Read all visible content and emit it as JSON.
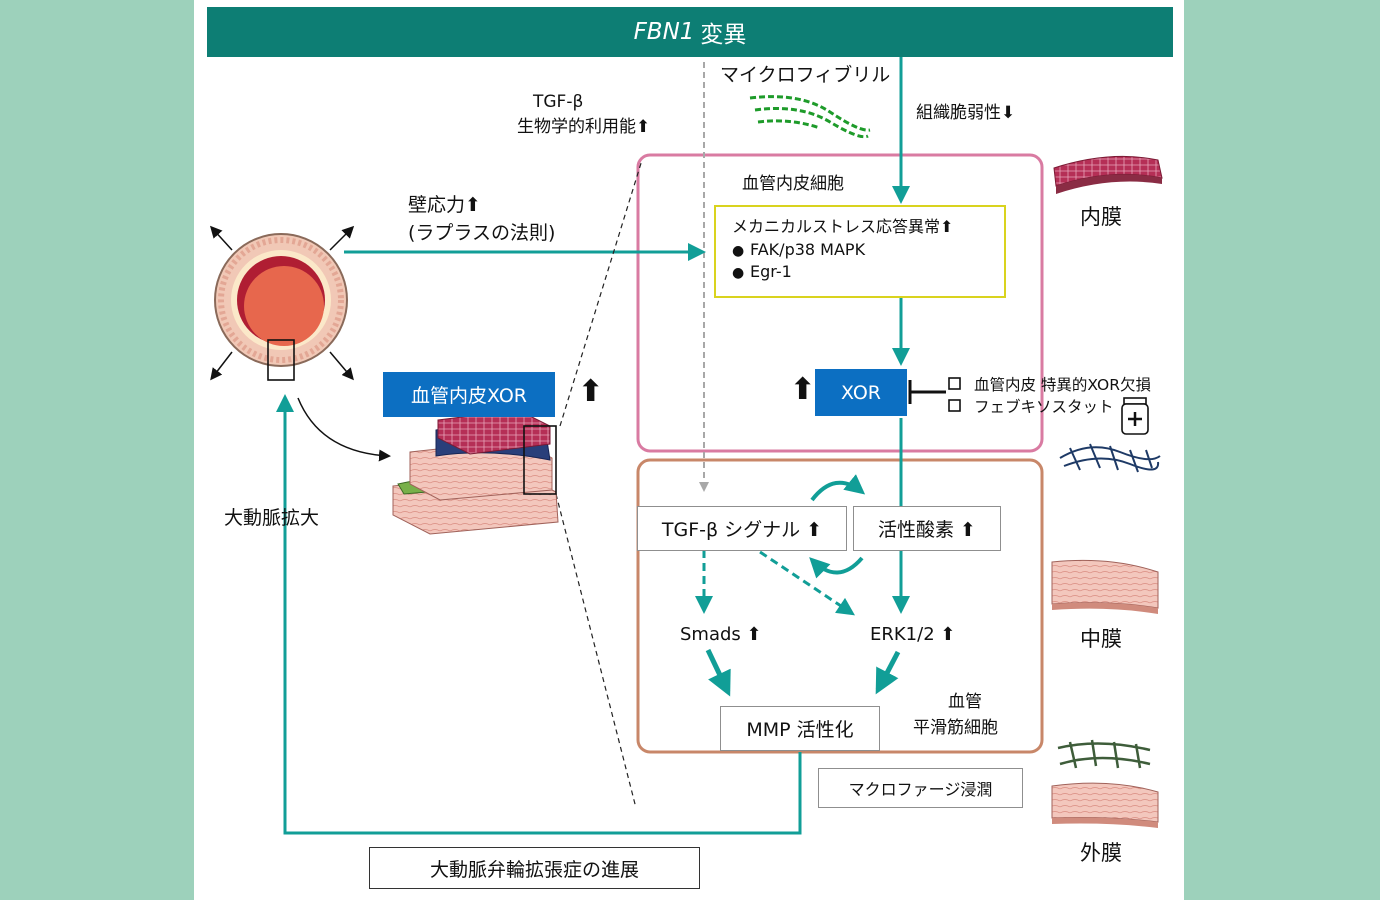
{
  "title": {
    "gene": "FBN1",
    "text": "変異"
  },
  "labels": {
    "microfibril": "マイクロフィブリル",
    "tissue_fragility": "組織脆弱性⬇",
    "tgfb_bio_1": "TGF-β",
    "tgfb_bio_2": "生物学的利用能⬆",
    "endothelial_cell": "血管内皮細胞",
    "wall_stress_1": "壁応力⬆",
    "wall_stress_2": "(ラプラスの法則)",
    "aortic_dilation": "大動脈拡大",
    "smooth_muscle_1": "血管",
    "smooth_muscle_2": "平滑筋細胞",
    "knockout": "血管内皮 特異的XOR欠損",
    "febuxostat": "フェブキソスタット"
  },
  "boxes": {
    "mechano_title": "メカニカルストレス応答異常⬆",
    "mechano_items": [
      "FAK/p38 MAPK",
      "Egr-1"
    ],
    "xor": "XOR",
    "endothelial_xor": "血管内皮XOR",
    "tgfb_signal": "TGF-β シグナル ⬆",
    "ros": "活性酸素 ⬆",
    "smads": "Smads ⬆",
    "erk": "ERK1/2 ⬆",
    "mmp": "MMP 活性化",
    "macrophage": "マクロファージ浸潤",
    "progression": "大動脈弁輪拡張症の進展"
  },
  "layers": {
    "intima": "内膜",
    "media": "中膜",
    "adventitia": "外膜"
  },
  "arrows": {
    "up": "⬆"
  },
  "colors": {
    "background": "#9dd1bb",
    "header": "#0d7e74",
    "teal_arrow": "#119e97",
    "endothelial_border": "#d97ba2",
    "smooth_muscle_border": "#c88769",
    "xor_blue": "#0c6fc2",
    "mechano_border": "#d9d31e"
  }
}
